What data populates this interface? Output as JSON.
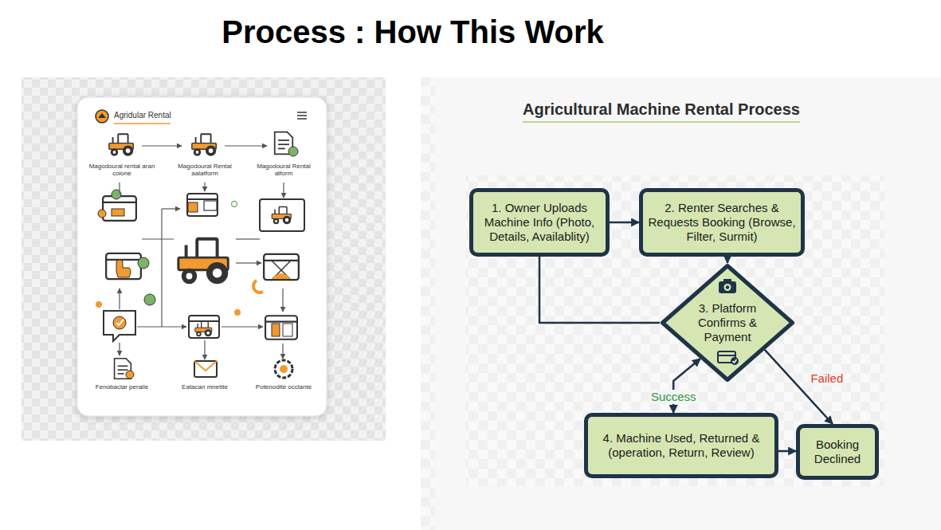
{
  "diagram": {
    "title": "Process : How This Work",
    "nodes": [
      {
        "text": [
          "1. Owner Uploads Machine Info (Photo, Details, Availablity)"
        ]
      },
      {
        "text": [
          "2. Renter Searches & Requests Booking (Browse, Filter, Surmit)"
        ]
      },
      {
        "text": [
          "3. Platform Confirms & Payment"
        ]
      },
      {
        "text": [
          "4. Machine Used, Returned & (operation, Return, Review)"
        ]
      },
      {
        "text": [
          "Booking Declined"
        ]
      }
    ],
    "edges": [
      {
        "from": 0,
        "to": 1,
        "arrow": "to"
      },
      {
        "from": 1,
        "to": 2,
        "arrow": "to"
      },
      {
        "from": 0,
        "to": 2,
        "arrow": "none"
      },
      {
        "from": 2,
        "to": 3,
        "label": "Success",
        "arrow": "both"
      },
      {
        "from": 2,
        "to": 4,
        "label": "Failed",
        "arrow": "to"
      },
      {
        "from": 3,
        "to": 4,
        "arrow": "to"
      }
    ],
    "labels": [
      "Agridular Rental",
      "Magodoural rental aran colone",
      "Magodoural Rental aalatform",
      "Magodoural Rental atform",
      "Fenobaclar peraile",
      "Eatacan mnetite",
      "Potenodite occlante",
      "Agricultural Machine Rental Process"
    ]
  }
}
